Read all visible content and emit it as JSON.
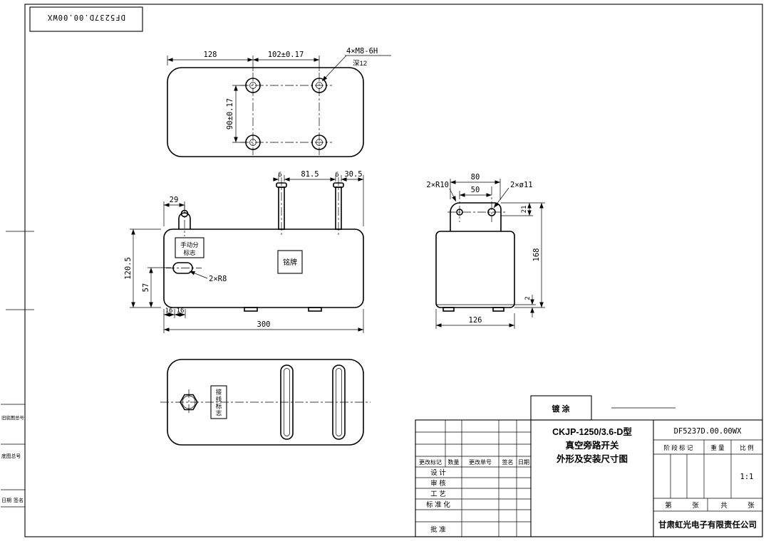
{
  "colors": {
    "ink": "#000000",
    "paper": "#ffffff"
  },
  "stamp_number": "DF5237D.00.00WX",
  "margin": {
    "old_master_no": "旧底图总号",
    "master_no": "底图总号",
    "date_label": "日期",
    "sign_label": "签名"
  },
  "top_view": {
    "dim_128": "128",
    "dim_102": "102±0.17",
    "dim_90": "90±0.17",
    "callout_thread": "4×M8-6H",
    "callout_depth": "深12"
  },
  "front_view": {
    "dim_29": "29",
    "dim_6_left": "6",
    "dim_81_5": "81.5",
    "dim_6_right": "6",
    "dim_30_5": "30.5",
    "dim_120_5": "120.5",
    "dim_57": "57",
    "dim_16_a": "16",
    "dim_16_b": "16",
    "dim_300": "300",
    "callout_slot": "2×R8",
    "manual_mark_l1": "手动分",
    "manual_mark_l2": "标志",
    "nameplate": "铭牌"
  },
  "side_view": {
    "dim_80": "80",
    "dim_50": "50",
    "dim_21": "21",
    "dim_168": "168",
    "dim_2": "2",
    "dim_126": "126",
    "callout_r10": "2×R10",
    "callout_hole": "2×ø11"
  },
  "bottom_view": {
    "terminal_mark": "接线标志"
  },
  "title_block": {
    "coating_label": "镀 涂",
    "model": "CKJP-1250/3.6-D型",
    "name_line1": "真空旁路开关",
    "name_line2": "外形及安装尺寸图",
    "drawing_number": "DF5237D.00.00WX",
    "stage_mark": "阶 段 标 记",
    "weight_label": "重 量",
    "scale_label": "比 例",
    "scale_value": "1:1",
    "sheet_label": "第",
    "sheet_unit": "张",
    "total_label": "共",
    "total_unit": "张",
    "company": "甘肃虹光电子有限责任公司",
    "rev_mark": "更改标记",
    "rev_qty": "数量",
    "rev_doc": "更改单号",
    "rev_sign": "签名",
    "rev_date": "日期",
    "role_design": "设 计",
    "role_check": "审 核",
    "role_process": "工 艺",
    "role_standard": "标 准 化",
    "role_approve": "批 准"
  }
}
